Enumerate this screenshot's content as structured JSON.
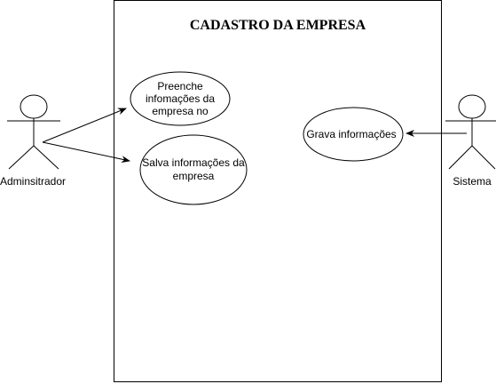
{
  "system_title": "CADASTRO DA EMPRESA",
  "actors": {
    "admin": "Adminsitrador",
    "system": "Sistema"
  },
  "use_cases": {
    "preenche": [
      "Preenche",
      "infomações da",
      "empresa no"
    ],
    "salva": [
      "Salva informações da",
      "empresa"
    ],
    "grava": [
      "Grava informações"
    ]
  }
}
